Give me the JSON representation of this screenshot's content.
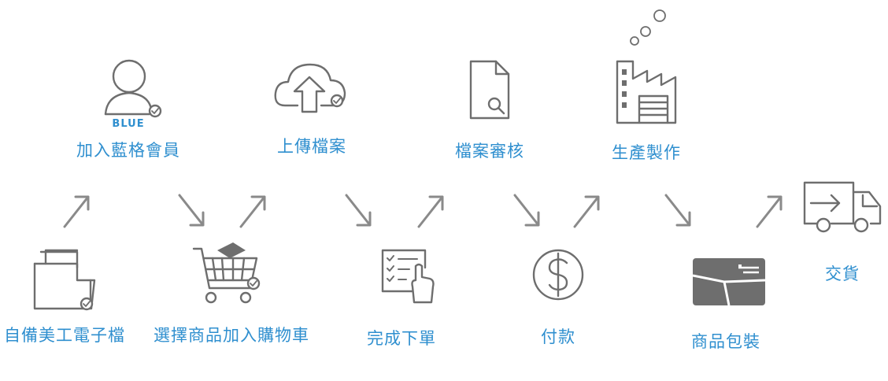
{
  "accent_color": "#2f8fcf",
  "icon_color": "#6e6e6e",
  "steps": [
    {
      "label": "自備美工電子檔",
      "icon": "folder-check-icon"
    },
    {
      "label": "加入藍格會員",
      "icon": "user-check-icon",
      "tag": "BLUE"
    },
    {
      "label": "選擇商品加入購物車",
      "icon": "cart-check-icon"
    },
    {
      "label": "上傳檔案",
      "icon": "cloud-upload-icon"
    },
    {
      "label": "完成下單",
      "icon": "checklist-tap-icon"
    },
    {
      "label": "檔案審核",
      "icon": "document-search-icon"
    },
    {
      "label": "付款",
      "icon": "dollar-coin-icon"
    },
    {
      "label": "生產製作",
      "icon": "factory-icon"
    },
    {
      "label": "商品包裝",
      "icon": "package-icon"
    },
    {
      "label": "交貨",
      "icon": "delivery-truck-icon"
    }
  ]
}
